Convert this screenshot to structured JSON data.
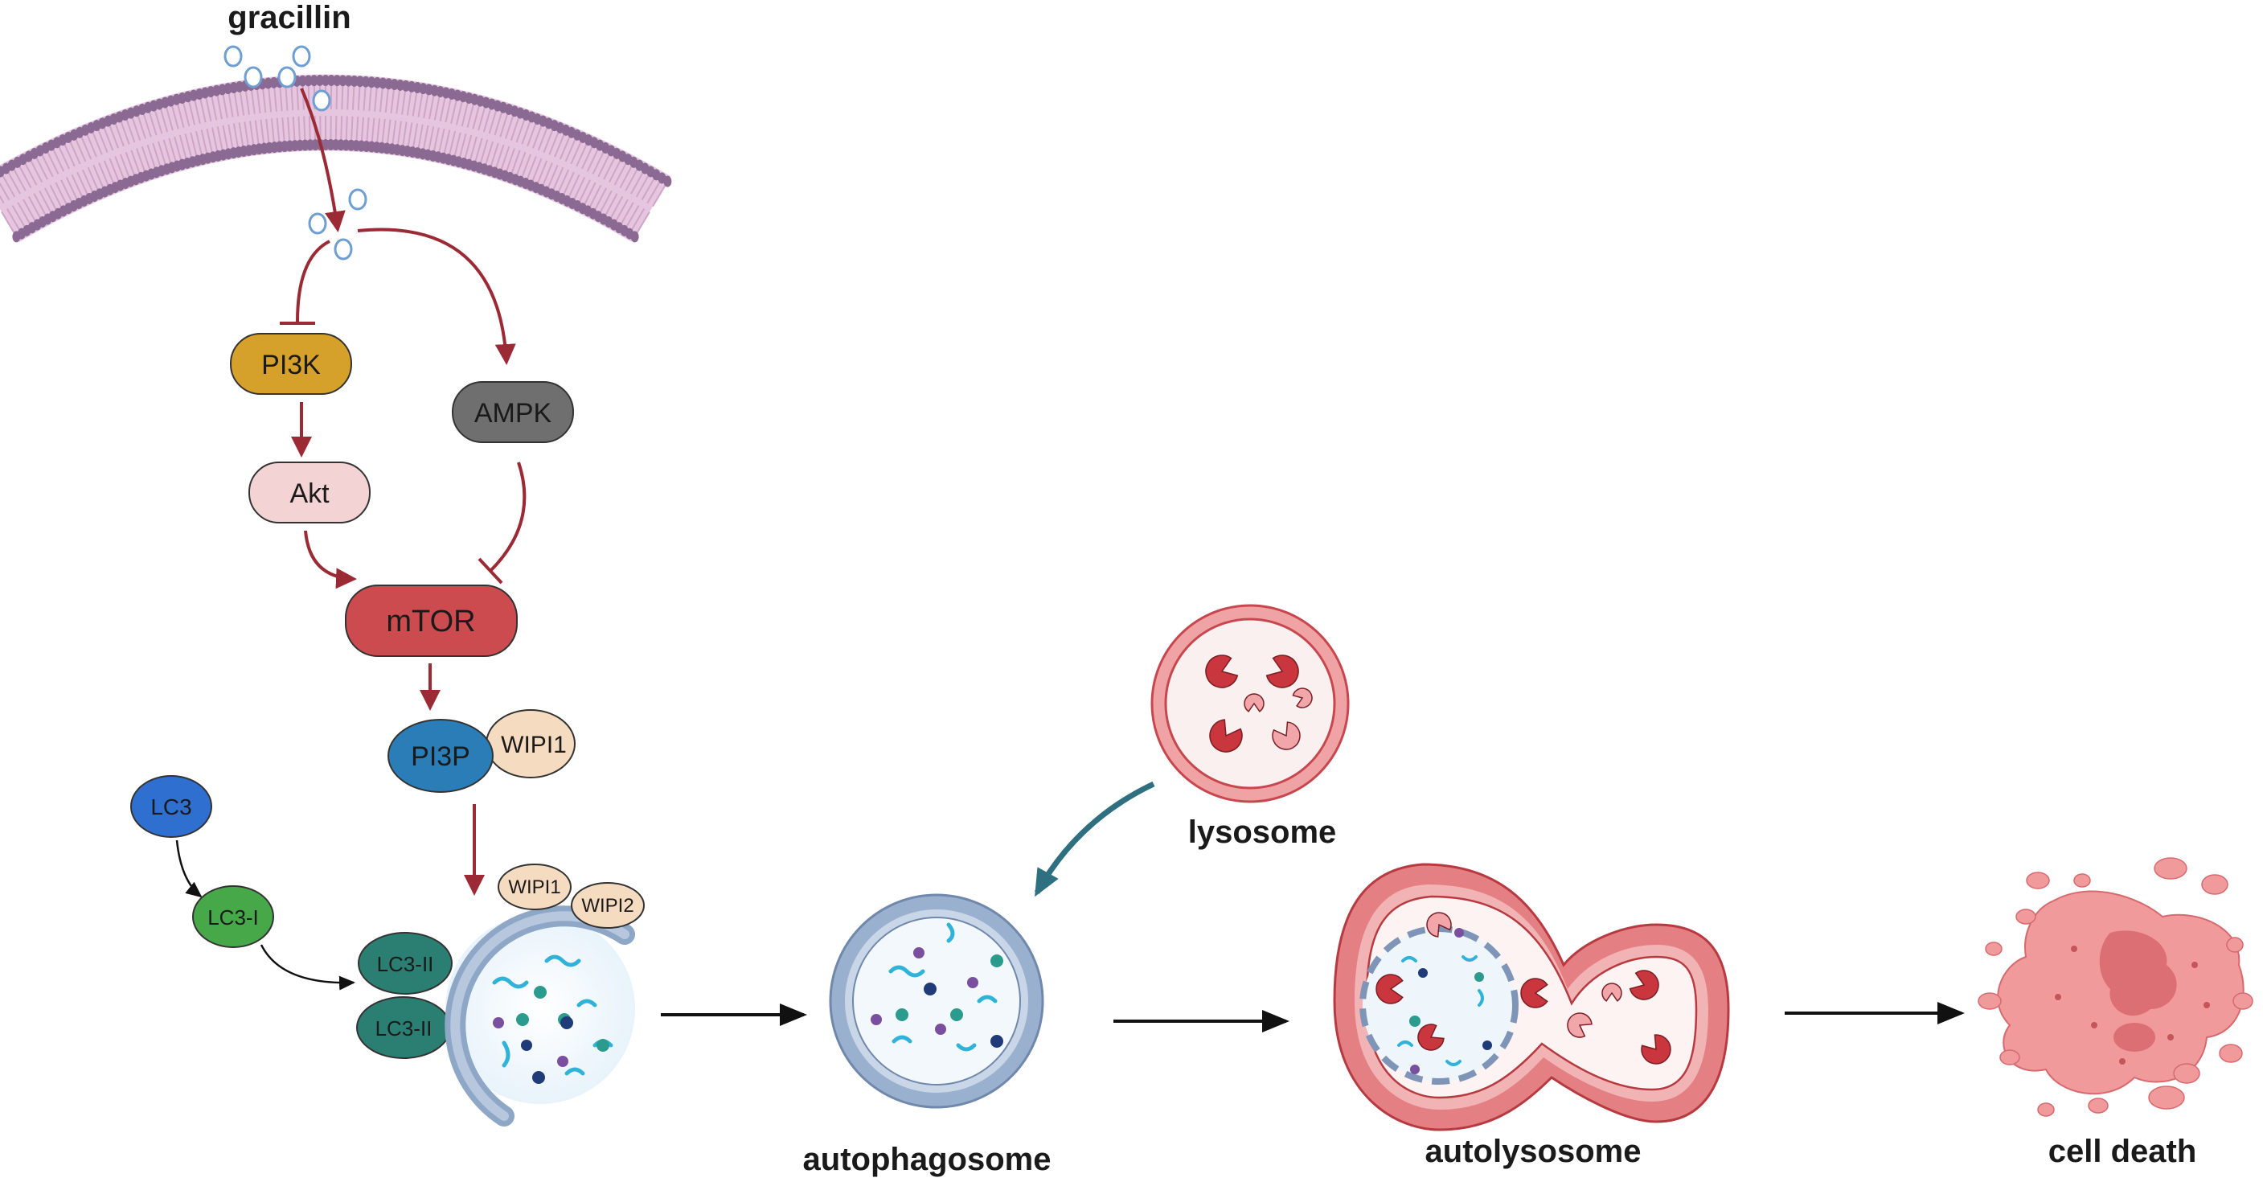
{
  "labels": {
    "gracillin": "gracillin",
    "pi3k": "PI3K",
    "ampk": "AMPK",
    "akt": "Akt",
    "mtor": "mTOR",
    "pi3p": "PI3P",
    "wipi1": "WIPI1",
    "wipi1_small": "WIPI1",
    "wipi2": "WIPI2",
    "lc3": "LC3",
    "lc3_i": "LC3-I",
    "lc3_ii_a": "LC3-II",
    "lc3_ii_b": "LC3-II",
    "lysosome": "lysosome",
    "autophagosome": "autophagosome",
    "autolysosome": "autolysosome",
    "cell_death": "cell death"
  },
  "colors": {
    "pathway_arrow": "#9b2a35",
    "flow_arrow": "#111111",
    "lysosome_arrow": "#2e6f80",
    "membrane_head": "#8a6a93",
    "membrane_tail": "#cfa4c7",
    "molecule": "#6f9fd2",
    "pi3k": "#d6a12a",
    "ampk": "#6f6f6f",
    "akt": "#f3d3d3",
    "mtor": "#cc4b4f",
    "pi3p": "#2a7db7",
    "wipi": "#f5dcc0",
    "lc3": "#2f6fd0",
    "lc3_i": "#47a84a",
    "lc3_ii": "#2b7f72",
    "vesicle_ring": "#9ab0cf",
    "lysosome_ring": "#e47f83",
    "cell_death": "#f09a9c"
  }
}
